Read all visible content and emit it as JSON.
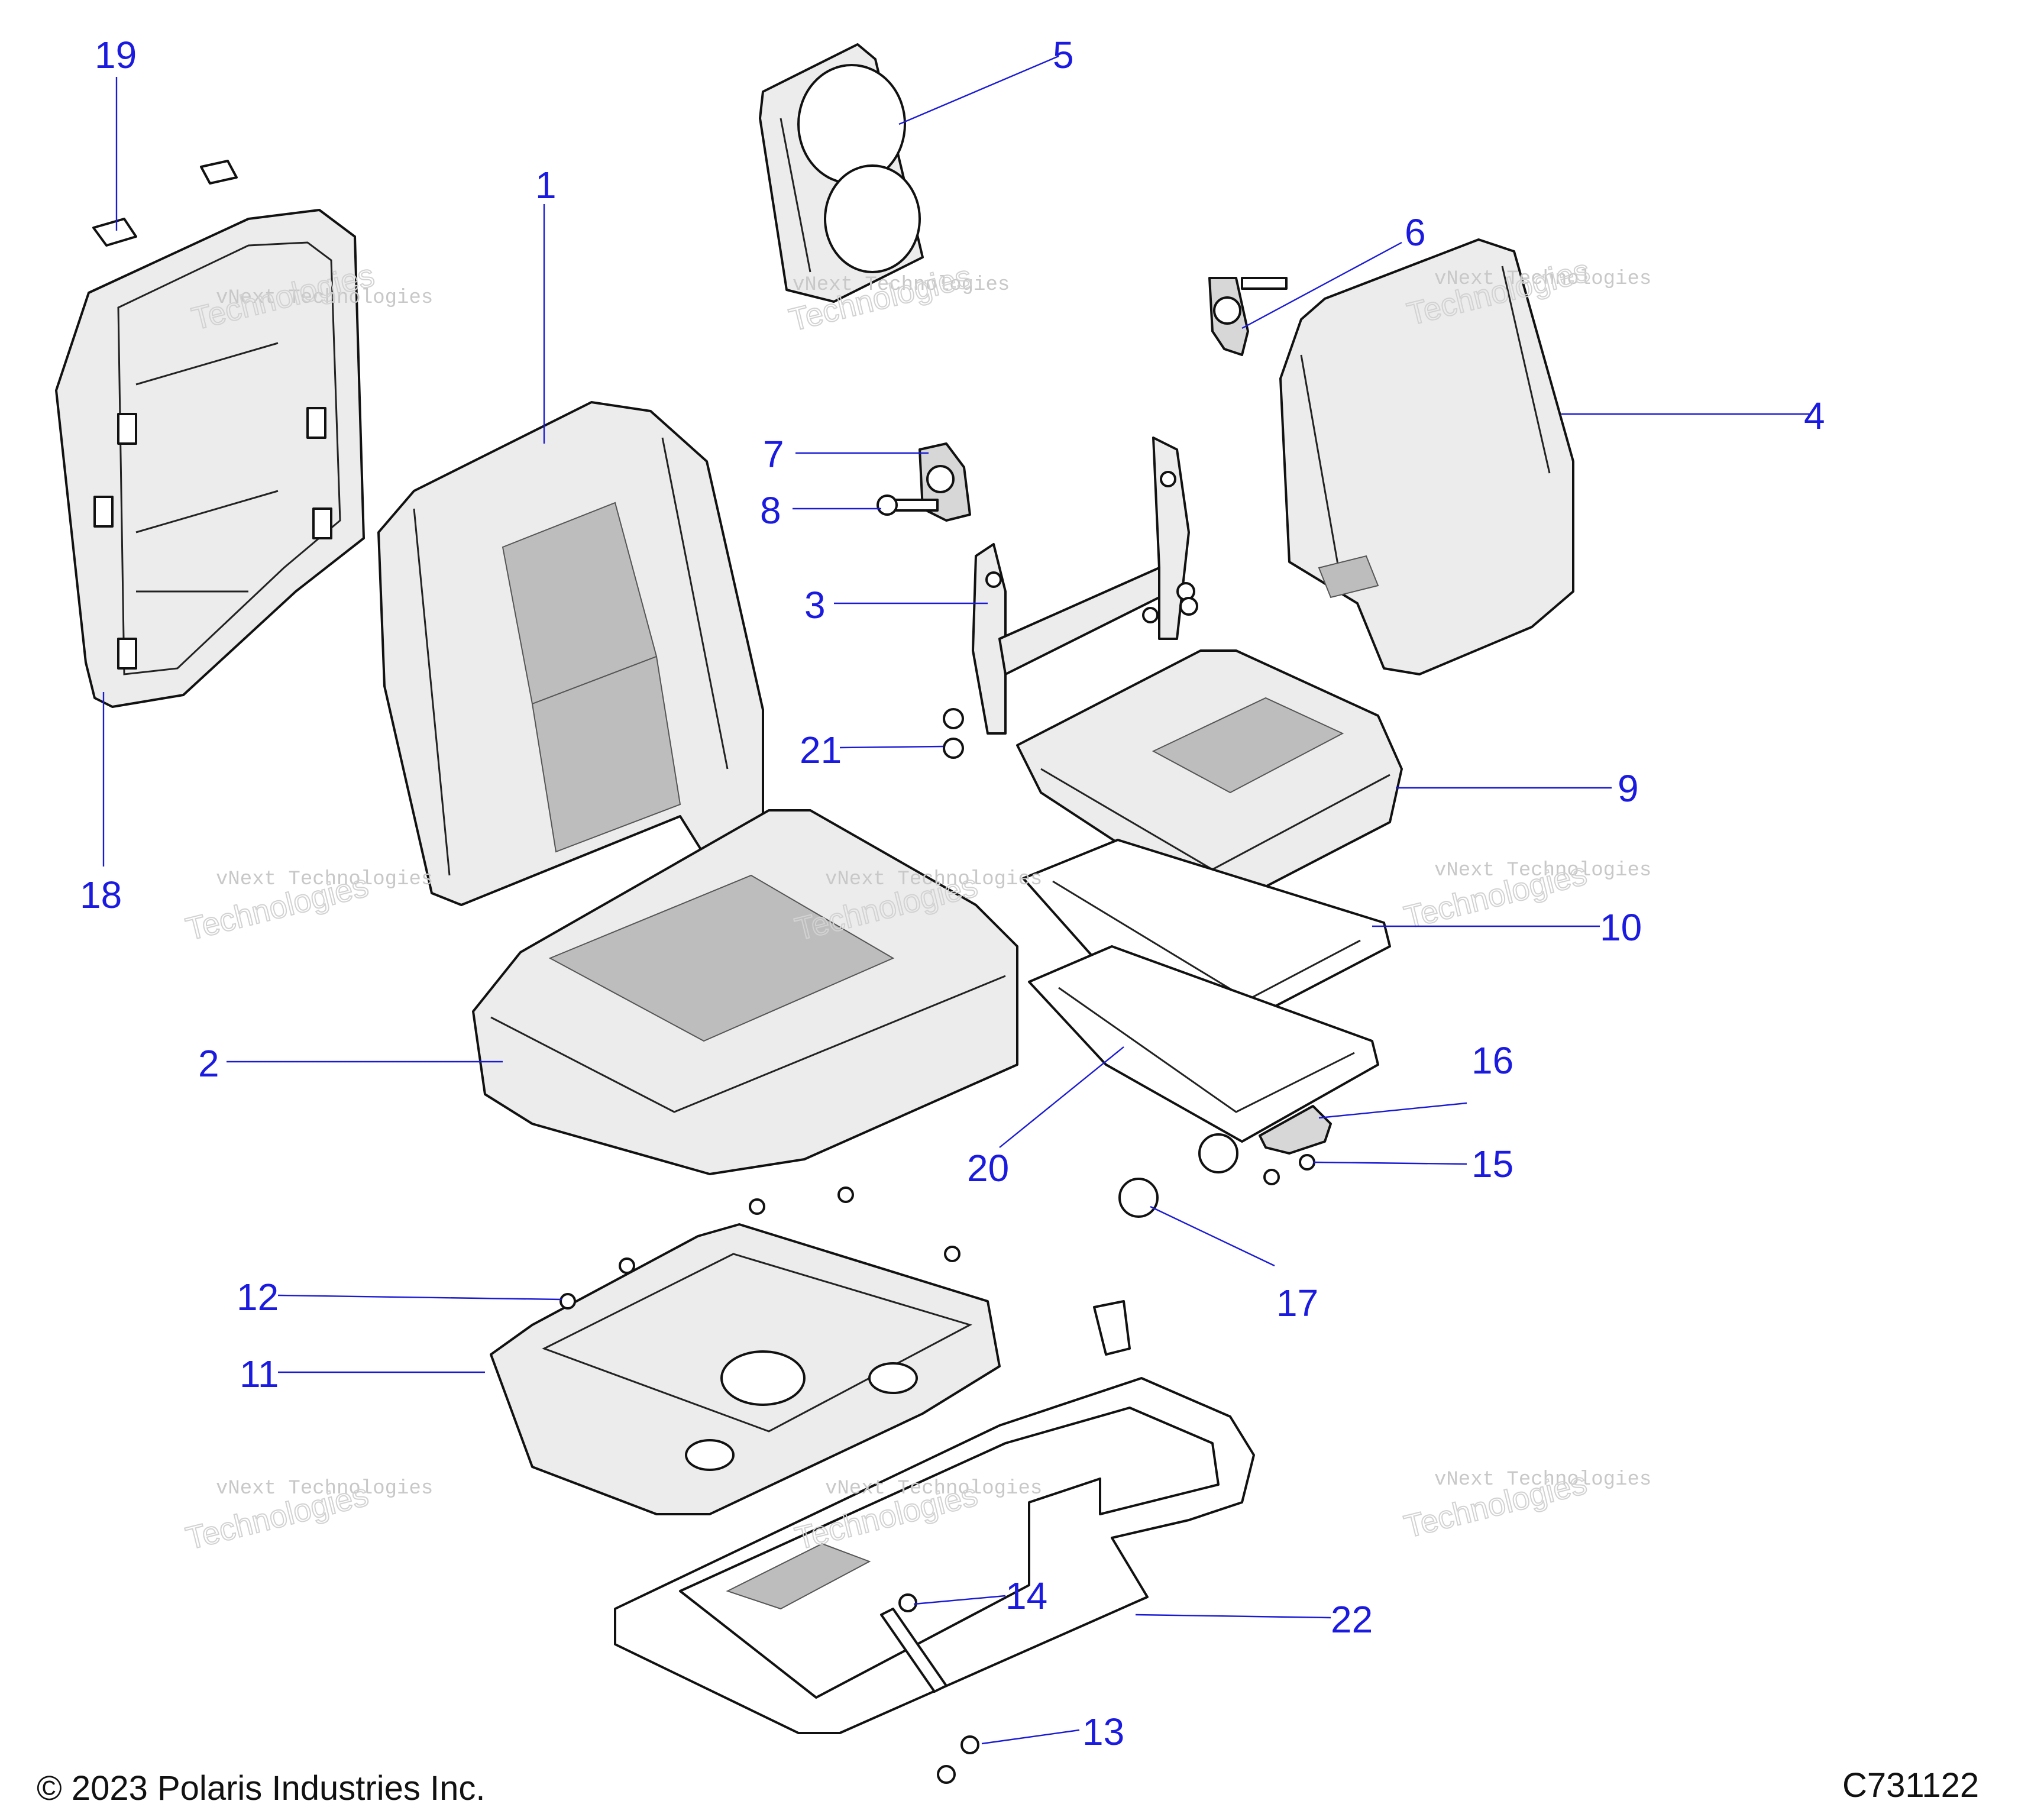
{
  "callouts": [
    {
      "id": "1",
      "label": "1"
    },
    {
      "id": "2",
      "label": "2"
    },
    {
      "id": "3",
      "label": "3"
    },
    {
      "id": "4",
      "label": "4"
    },
    {
      "id": "5",
      "label": "5"
    },
    {
      "id": "6",
      "label": "6"
    },
    {
      "id": "7",
      "label": "7"
    },
    {
      "id": "8",
      "label": "8"
    },
    {
      "id": "9",
      "label": "9"
    },
    {
      "id": "10",
      "label": "10"
    },
    {
      "id": "11",
      "label": "11"
    },
    {
      "id": "12",
      "label": "12"
    },
    {
      "id": "13",
      "label": "13"
    },
    {
      "id": "14",
      "label": "14"
    },
    {
      "id": "15",
      "label": "15"
    },
    {
      "id": "16",
      "label": "16"
    },
    {
      "id": "17",
      "label": "17"
    },
    {
      "id": "18",
      "label": "18"
    },
    {
      "id": "19",
      "label": "19"
    },
    {
      "id": "20",
      "label": "20"
    },
    {
      "id": "21",
      "label": "21"
    },
    {
      "id": "22",
      "label": "22"
    }
  ],
  "watermark": {
    "line1": "vNext Technologies",
    "line2": "vNext",
    "line3": "Technologies"
  },
  "footer": {
    "copyright": "© 2023 Polaris Industries Inc.",
    "diagram_code": "C731122"
  },
  "colors": {
    "callout": "#1a1ae0",
    "line_art": "#111111"
  }
}
